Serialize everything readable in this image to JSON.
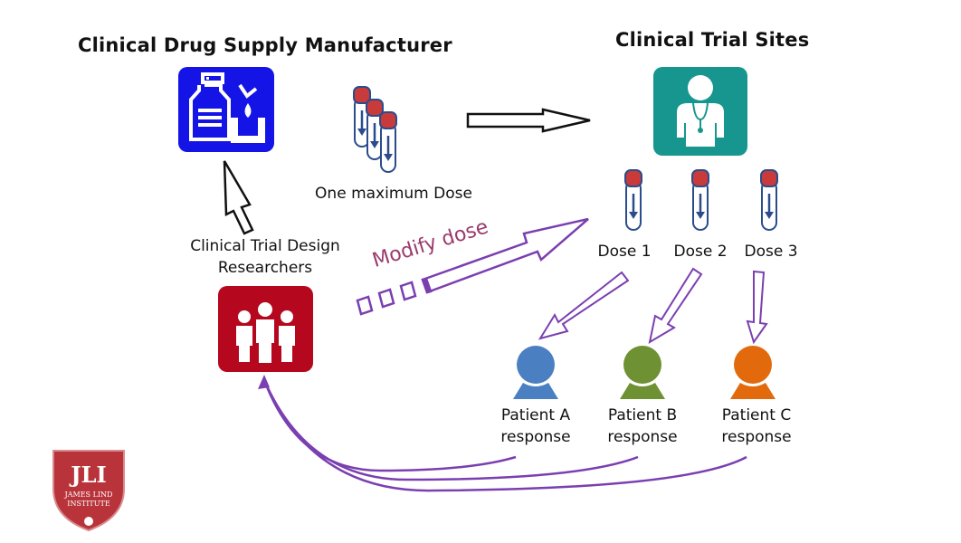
{
  "manufacturer": {
    "title": "Clinical Drug Supply Manufacturer",
    "icon": "medicine-bottle-icon",
    "color": "#1414e6"
  },
  "sites": {
    "title": "Clinical Trial Sites",
    "icon": "doctor-icon",
    "color": "#17968f"
  },
  "max_dose": {
    "label": "One maximum Dose",
    "icon": "vials-icon"
  },
  "researchers": {
    "label_line1": "Clinical Trial Design",
    "label_line2": "Researchers",
    "icon": "group-icon",
    "color": "#b5081f"
  },
  "modify_dose": {
    "label": "Modify dose",
    "color": "#9b3a6e"
  },
  "doses": [
    {
      "label": "Dose 1"
    },
    {
      "label": "Dose 2"
    },
    {
      "label": "Dose 3"
    }
  ],
  "patients": [
    {
      "line1": "Patient A",
      "line2": "response",
      "color": "#4a7fc1"
    },
    {
      "line1": "Patient B",
      "line2": "response",
      "color": "#6e9133"
    },
    {
      "line1": "Patient C",
      "line2": "response",
      "color": "#e26a0c"
    }
  ],
  "arrow_color": "#7a3fb0",
  "logo": {
    "initials": "JLI",
    "line1": "JAMES LIND",
    "line2": "INSTITUTE",
    "color": "#b8343a"
  }
}
